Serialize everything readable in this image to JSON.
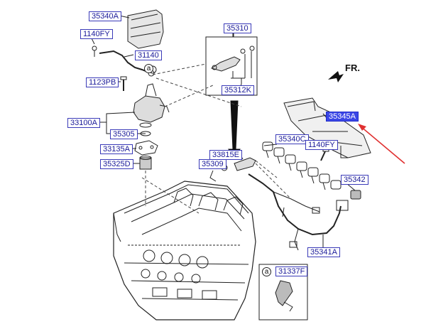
{
  "direction_label": "FR.",
  "callout_marker": "a",
  "colors": {
    "label_border": "#3a3ab8",
    "label_text": "#1a1a99",
    "highlight": "#3b47e6",
    "arrow": "#e03030"
  },
  "labels": {
    "p35340A": "35340A",
    "p1140FY_a": "1140FY",
    "p31140": "31140",
    "p1123PB": "1123PB",
    "p33100A": "33100A",
    "p35305": "35305",
    "p33135A": "33135A",
    "p35325D": "35325D",
    "p35310": "35310",
    "p35312K": "35312K",
    "p35345A": "35345A",
    "p35340C": "35340C",
    "p1140FY_b": "1140FY",
    "p33815E": "33815E",
    "p35309": "35309",
    "p35342": "35342",
    "p35341A": "35341A",
    "p31337F": "31337F"
  }
}
